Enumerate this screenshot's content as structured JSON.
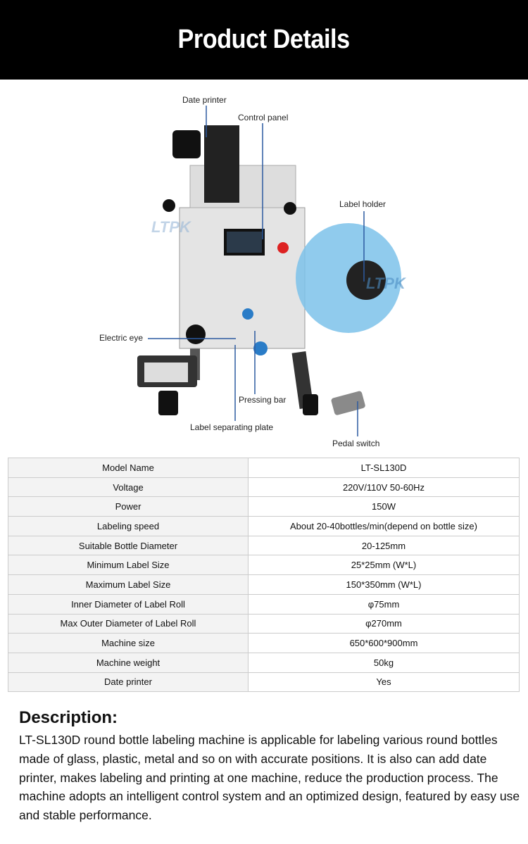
{
  "header": {
    "title": "Product Details"
  },
  "diagram": {
    "watermark": "LTPK",
    "callouts": {
      "date_printer": "Date printer",
      "control_panel": "Control panel",
      "label_holder": "Label holder",
      "electric_eye": "Electric eye",
      "pressing_bar": "Pressing bar",
      "label_separating_plate": "Label separating plate",
      "pedal_switch": "Pedal switch"
    }
  },
  "specs": [
    {
      "k": "Model Name",
      "v": "LT-SL130D"
    },
    {
      "k": "Voltage",
      "v": "220V/110V 50-60Hz"
    },
    {
      "k": "Power",
      "v": "150W"
    },
    {
      "k": "Labeling speed",
      "v": "About 20-40bottles/min(depend on bottle size)"
    },
    {
      "k": "Suitable Bottle Diameter",
      "v": "20-125mm"
    },
    {
      "k": "Minimum Label Size",
      "v": "25*25mm (W*L)"
    },
    {
      "k": "Maximum Label Size",
      "v": "150*350mm (W*L)"
    },
    {
      "k": "Inner Diameter of Label Roll",
      "v": "φ75mm"
    },
    {
      "k": "Max Outer Diameter of Label Roll",
      "v": "φ270mm"
    },
    {
      "k": "Machine size",
      "v": "650*600*900mm"
    },
    {
      "k": "Machine weight",
      "v": "50kg"
    },
    {
      "k": "Date printer",
      "v": "Yes"
    }
  ],
  "description": {
    "title": "Description:",
    "text": "LT-SL130D round bottle labeling machine is applicable for labeling various round bottles made of glass, plastic, metal and so on with accurate positions. It is also can add date printer, makes labeling and printing at one machine, reduce the production process. The machine adopts an intelligent control system and an optimized design, featured by easy use and stable performance."
  }
}
